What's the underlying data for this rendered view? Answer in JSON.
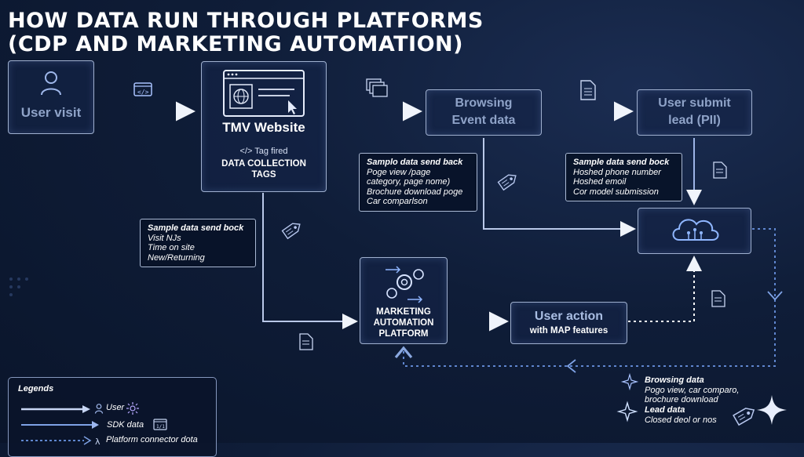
{
  "title": {
    "line1": "HOW DATA RUN THROUGH PLATFORMS",
    "line2": "(CDP AND MARKETING AUTOMATION)"
  },
  "nodes": {
    "user_visit": {
      "label": "User visit",
      "icon": "user-icon"
    },
    "website": {
      "label": "TMV Website",
      "tag_fired": "</> Tag fired",
      "tags_line1": "DATA COLLECTION",
      "tags_line2": "TAGS",
      "icon": "browser-globe-icon"
    },
    "browsing": {
      "line1": "Browsing",
      "line2": "Event data"
    },
    "submit": {
      "line1": "User submit",
      "line2": "lead (PII)"
    },
    "cdp": {
      "icon": "cloud-network-icon"
    },
    "map": {
      "line1": "MARKETING",
      "line2": "AUTOMATION",
      "line3": "PLATFORM",
      "icon": "gears-icon"
    },
    "user_action": {
      "line1": "User action",
      "line2": "with MAP features"
    }
  },
  "notes": {
    "visit": {
      "title": "Sample data send bock",
      "items": [
        "Visit NJs",
        "Time on site",
        "New/Returning"
      ]
    },
    "browsing": {
      "title": "Samplo data send back",
      "items": [
        "Poge view /page",
        "category, page nome)",
        "Brochure download poge",
        "Car comparlson"
      ]
    },
    "lead": {
      "title": "Sample data send bock",
      "items": [
        "Hoshed phone number",
        "Hoshed emoil",
        "Cor model submission"
      ]
    }
  },
  "bottom_right": {
    "browsing_title": "Browsing data",
    "browsing_desc1": "Pogo view, car comparo,",
    "browsing_desc2": "brochure download",
    "lead_title": "Lead data",
    "lead_desc": "Closed deol or nos"
  },
  "legend": {
    "title": "Legends",
    "user": "User",
    "sdk": "SDK data",
    "connector": "Platform connector dota"
  },
  "colors": {
    "background": "#0f1d38",
    "box_border": "#9fb0cf",
    "arrow": "#e6ecf7",
    "faint_text": "#8fa3c8"
  }
}
